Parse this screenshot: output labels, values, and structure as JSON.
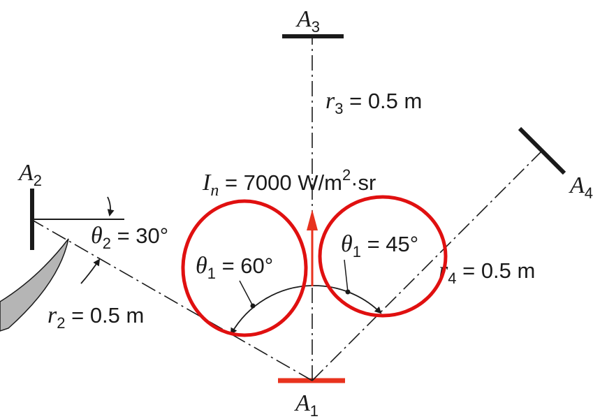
{
  "surfaces": {
    "a1": {
      "symbol": "A",
      "index": "1"
    },
    "a2": {
      "symbol": "A",
      "index": "2"
    },
    "a3": {
      "symbol": "A",
      "index": "3"
    },
    "a4": {
      "symbol": "A",
      "index": "4"
    }
  },
  "distances": {
    "r2": {
      "symbol": "r",
      "index": "2",
      "value": " = 0.5 m"
    },
    "r3": {
      "symbol": "r",
      "index": "3",
      "value": " = 0.5 m"
    },
    "r4": {
      "symbol": "r",
      "index": "4",
      "value": " = 0.5 m"
    }
  },
  "intensity": {
    "symbol": "I",
    "index": "n",
    "value": " = 7000 W/m",
    "exponent": "2",
    "unit": "·sr"
  },
  "angles": {
    "theta2": {
      "symbol": "θ",
      "index": "2",
      "value": " = 30°"
    },
    "theta1_left": {
      "symbol": "θ",
      "index": "1",
      "value": " = 60°"
    },
    "theta1_right": {
      "symbol": "θ",
      "index": "1",
      "value": " = 45°"
    }
  },
  "colors": {
    "ink": "#1a1a1a",
    "highlight": "#e01010",
    "emitter": "#e8321e",
    "shade": "#b5b5b5"
  }
}
